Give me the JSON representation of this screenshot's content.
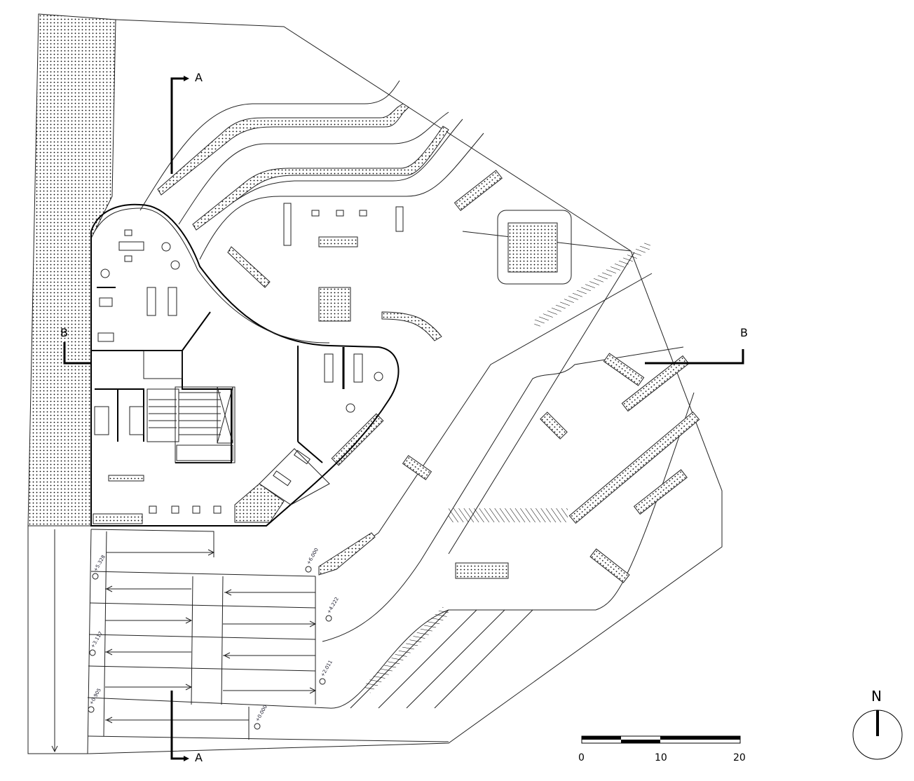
{
  "section_markers": {
    "a_top": "A",
    "a_bottom": "A",
    "b_left": "B",
    "b_right": "B"
  },
  "elevations": [
    "+5.328",
    "+6.000",
    "+4.222",
    "+3.117",
    "+2.011",
    "+0.905",
    "+0.000"
  ],
  "scale_bar": {
    "labels": [
      "0",
      "10",
      "20"
    ]
  },
  "north_arrow": {
    "label": "N"
  }
}
